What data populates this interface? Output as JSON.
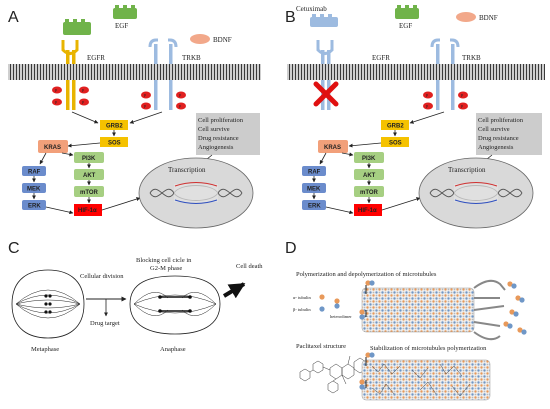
{
  "panels": {
    "A": {
      "letter": "A",
      "egf": "EGF",
      "bdnf": "BDNF",
      "egfr": "EGFR",
      "trkb": "TRKB",
      "p": "P",
      "grb2": "GRB2",
      "sos": "SOS",
      "kras": "KRAS",
      "pi3k": "PI3K",
      "raf": "RAF",
      "akt": "AKT",
      "mek": "MEK",
      "mtor": "mTOR",
      "erk": "ERK",
      "hif": "HIF-1α",
      "transcription": "Transcription",
      "outcomes": [
        "Cell proliferation",
        "Cell survive",
        "Drug resistance",
        "Angiogenesis"
      ]
    },
    "B": {
      "letter": "B",
      "cetuximab": "Cetuximab",
      "egf": "EGF",
      "bdnf": "BDNF",
      "egfr": "EGFR",
      "trkb": "TRKB",
      "p": "P",
      "grb2": "GRB2",
      "sos": "SOS",
      "kras": "KRAS",
      "pi3k": "PI3K",
      "raf": "RAF",
      "akt": "AKT",
      "mek": "MEK",
      "mtor": "mTOR",
      "erk": "ERK",
      "hif": "HIF-1α",
      "transcription": "Transcription",
      "outcomes": [
        "Cell proliferation",
        "Cell survive",
        "Drug resistance",
        "Angiogenesis"
      ]
    },
    "C": {
      "letter": "C",
      "cellular_division": "Cellular division",
      "drug_target": "Drug target",
      "blocking_line1": "Blocking cell cicle in",
      "blocking_line2": "G2-M phase",
      "cell_death": "Cell death",
      "metaphase": "Metaphase",
      "anaphase": "Anaphase"
    },
    "D": {
      "letter": "D",
      "polymerization_title": "Polymerization and depolymerization of microtubules",
      "alpha_tubulin": "α- tubulin",
      "beta_tubulin": "β- tubulin",
      "heterodimer": "heterodimer",
      "paclitaxel": "Paclitaxel structure",
      "stabilization_title": "Stabilization of microtubules polymerization"
    }
  },
  "colors": {
    "egfr": "#e8b400",
    "trkb": "#9dbbe0",
    "egf": "#70b34a",
    "bdnf": "#f2a88a",
    "p_circle": "#e02020",
    "grb2_sos": "#f5c200",
    "kras": "#f2a07a",
    "raf_mek_erk": "#6b8ccc",
    "pi3k_akt_mtor": "#a6cf82",
    "hif": "#ff0000",
    "outcome_box": "#cccccc",
    "nucleus": "#d9d9d9",
    "block_x": "#e01010",
    "membrane": "#555555"
  }
}
